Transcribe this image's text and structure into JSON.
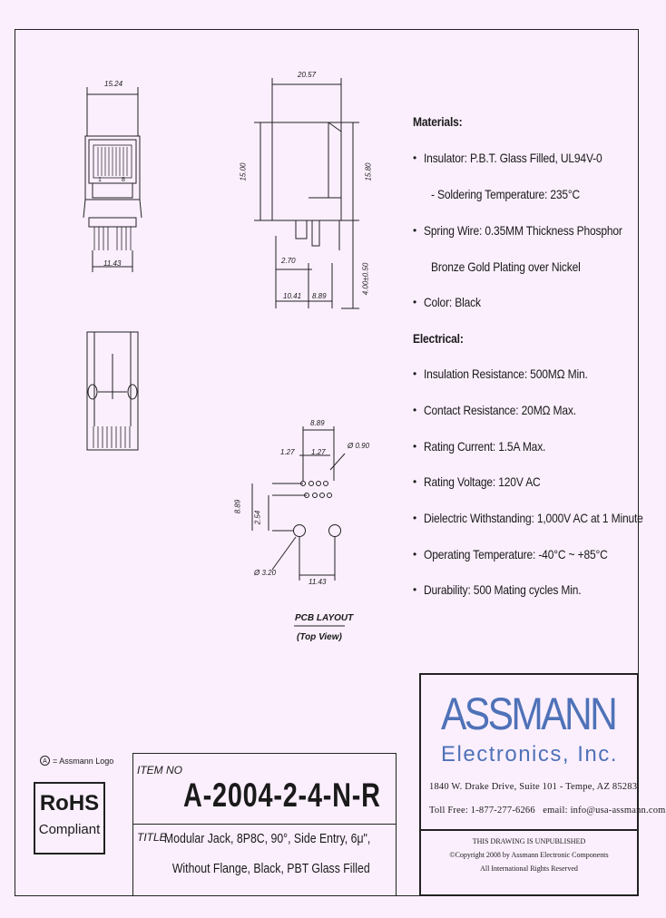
{
  "drawing": {
    "dims": {
      "width_top": "15.24",
      "width_bottom": "11.43",
      "side_width": "20.57",
      "height": "15.00",
      "height_right": "15.80",
      "offset": "2.70",
      "d1": "10.41",
      "d2": "8.89",
      "pin_len": "4.00±0.50",
      "pin_num_1": "1",
      "pin_num_8": "8",
      "pcb_889_top": "8.89",
      "pcb_127_a": "1.27",
      "pcb_127_b": "1.27",
      "pcb_hole": "Ø 0.90",
      "pcb_889_side": "8.89",
      "pcb_254": "2.54",
      "pcb_320": "Ø 3.20",
      "pcb_1143": "11.43"
    },
    "pcb_title": "PCB LAYOUT",
    "pcb_subtitle": "(Top View)"
  },
  "specs": {
    "materials_heading": "Materials:",
    "materials": [
      "Insulator: P.B.T. Glass Filled, UL94V-0",
      "- Soldering Temperature: 235°C",
      "Spring Wire: 0.35MM Thickness Phosphor",
      "Bronze Gold Plating over Nickel",
      "Color: Black"
    ],
    "electrical_heading": "Electrical:",
    "electrical": [
      "Insulation Resistance: 500MΩ Min.",
      "Contact Resistance: 20MΩ Max.",
      "Rating Current: 1.5A Max.",
      "Rating Voltage: 120V AC",
      "Dielectric Withstanding: 1,000V AC at 1 Minute",
      "Operating Temperature: -40°C ~ +85°C",
      "Durability: 500 Mating cycles Min."
    ],
    "bullet": "•"
  },
  "legend": {
    "logo_note": "= Assmann Logo",
    "logo_symbol": "A"
  },
  "rohs": {
    "line1": "RoHS",
    "line2": "Compliant"
  },
  "title_block": {
    "item_no_label": "ITEM NO",
    "part_number": "A-2004-2-4-N-R",
    "title_label": "TITLE",
    "title_line1": "Modular Jack, 8P8C, 90°, Side Entry, 6μ\",",
    "title_line2": "Without Flange, Black, PBT Glass Filled"
  },
  "company": {
    "name": "ASSMANN",
    "subname": "Electronics, Inc.",
    "address": "1840 W. Drake Drive, Suite 101 - Tempe, AZ 85283",
    "contact": "Toll Free: 1-877-277-6266   email: info@usa-assmann.com",
    "legal1": "THIS DRAWING IS UNPUBLISHED",
    "legal2": "©Copyright 2008 by Assmann Electronic Components",
    "legal3": "All International Rights Reserved"
  }
}
